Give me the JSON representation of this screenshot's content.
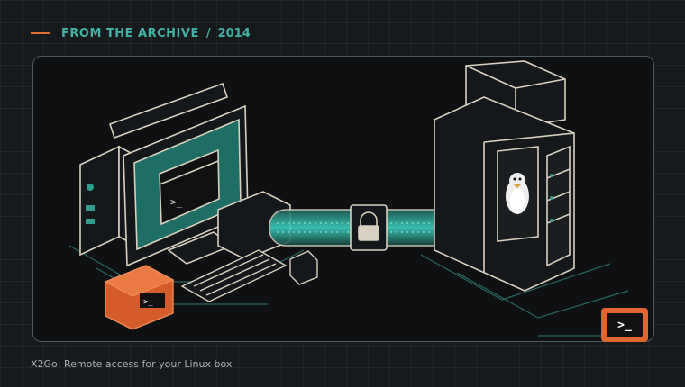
{
  "header": {
    "archive_label": "FROM THE ARCHIVE",
    "separator": "/",
    "year": "2014"
  },
  "illustration": {
    "screen_prompt": ">_",
    "device_prompt": ">_",
    "icons": [
      "desktop-computer-icon",
      "laptop-device-icon",
      "keyboard-icon",
      "encrypted-tunnel-icon",
      "padlock-icon",
      "server-icon",
      "tux-penguin-icon",
      "terminal-icon"
    ]
  },
  "badge": {
    "prompt": ">_"
  },
  "caption": "X2Go: Remote access for your Linux box",
  "colors": {
    "accent": "#e26a35",
    "teal": "#3fb3a4",
    "background": "#161a1d"
  }
}
